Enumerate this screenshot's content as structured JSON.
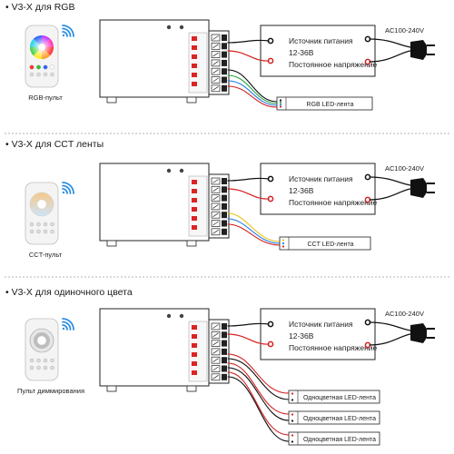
{
  "sections": [
    {
      "title": "V3-X для RGB",
      "remote_label": "RGB-пульт",
      "psu_line1": "Источник питания",
      "psu_line2": "12-36В",
      "psu_line3": "Постоянное напряжение",
      "ac_label": "AC100-240V",
      "strips": [
        "RGB LED-лента"
      ],
      "remote_type": "rgb"
    },
    {
      "title": "V3-X для CCT ленты",
      "remote_label": "CCT-пульт",
      "psu_line1": "Источник питания",
      "psu_line2": "12-36В",
      "psu_line3": "Постоянное напряжение",
      "ac_label": "AC100-240V",
      "strips": [
        "CCT LED-лента"
      ],
      "remote_type": "cct"
    },
    {
      "title": "V3-X для одиночного цвета",
      "remote_label": "Пульт диммирования",
      "psu_line1": "Источник питания",
      "psu_line2": "12-36В",
      "psu_line3": "Постоянное напряжение",
      "ac_label": "AC100-240V",
      "strips": [
        "Одноцветная LED-лента",
        "Одноцветная LED-лента",
        "Одноцветная LED-лента"
      ],
      "remote_type": "dim"
    }
  ],
  "colors": {
    "wire_red": "#d42020",
    "wire_black": "#111111",
    "wire_blue": "#2a7de1",
    "wire_green": "#2aa84a",
    "wire_yellow": "#e8c21a",
    "separator": "#9a9a9a"
  },
  "icons": [
    "wifi-signal-icon",
    "power-plug-icon",
    "terminal-block-icon"
  ]
}
